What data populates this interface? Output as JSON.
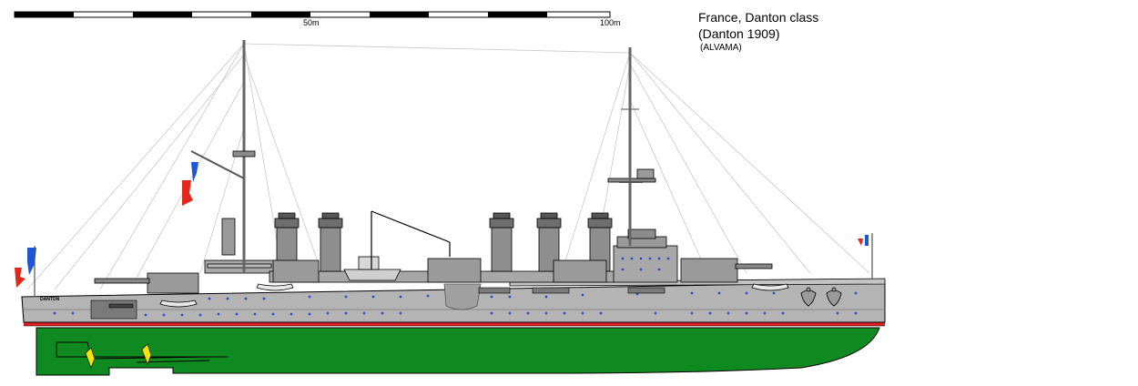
{
  "header": {
    "title_line1": "France, Danton class",
    "title_line2": "(Danton 1909)",
    "credit": "(ALVAMA)"
  },
  "scale": {
    "label_mid": "50m",
    "label_end": "100m"
  },
  "ship": {
    "bow_name": "DANTON"
  },
  "colors": {
    "hull_gray": "#b4b4b4",
    "superstructure_gray": "#a8a8a8",
    "bottom_green": "#0f8a21",
    "boot_topping_red": "#e02020",
    "port_blue": "#2a4fc0",
    "flag_blue": "#1f56d6",
    "flag_red": "#e0281e",
    "propeller_yellow": "#f5e20a"
  }
}
